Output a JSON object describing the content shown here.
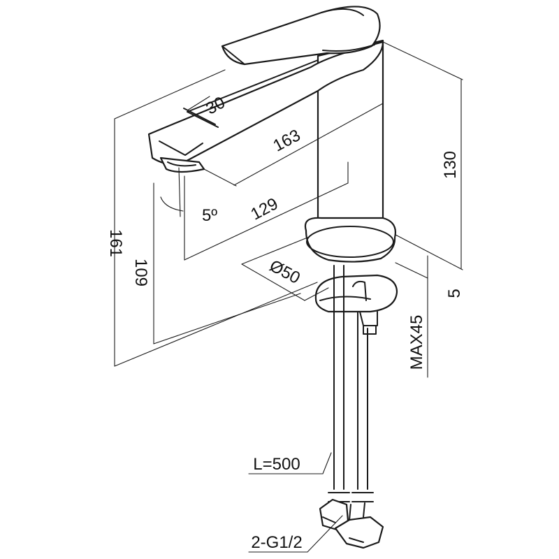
{
  "dimensions": {
    "overall_height": "161",
    "body_height": "130",
    "spout_height": "109",
    "handle_width": "30",
    "spout_length": "163",
    "spout_reach": "129",
    "spout_angle": "5º",
    "base_diameter": "Ø50",
    "base_thickness": "5",
    "max_countertop": "MAX45",
    "hose_length": "L=500",
    "connection": "2-G1/2"
  }
}
